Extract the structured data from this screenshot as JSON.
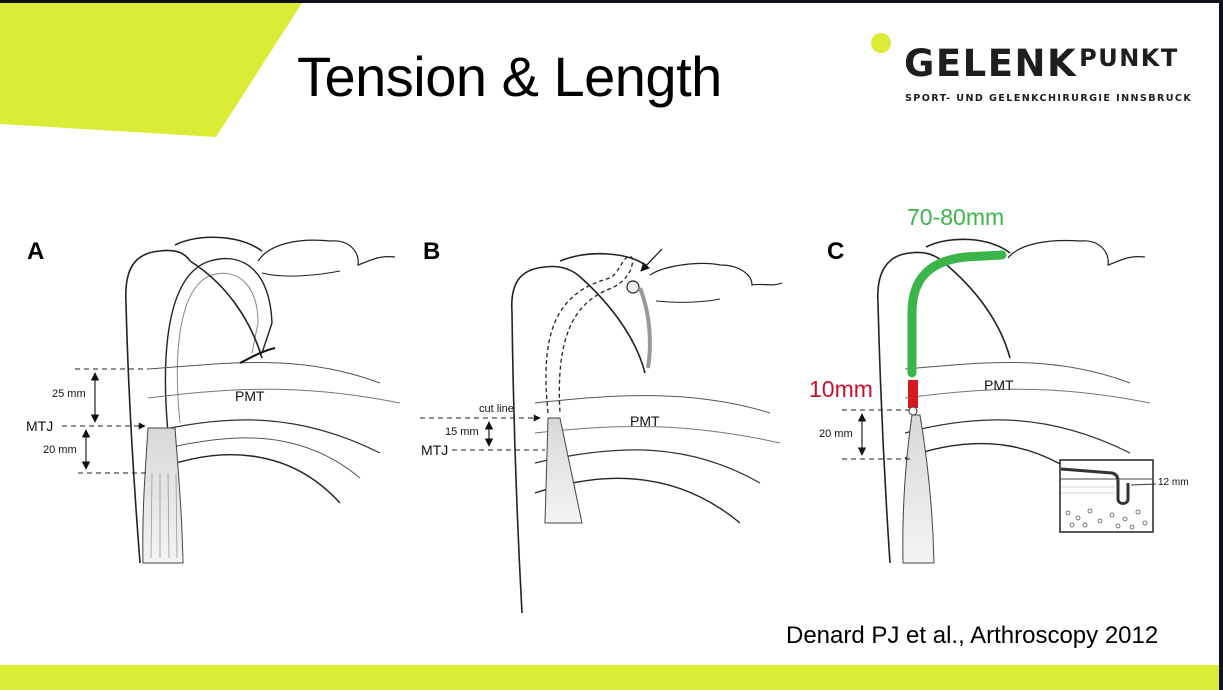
{
  "slide": {
    "title": "Tension & Length",
    "colors": {
      "accent": "#dbec36",
      "frame": "#0f141c",
      "graft_length": "#3bb54a",
      "tendon_length": "#c8102e"
    }
  },
  "logo": {
    "name_main": "GELENK",
    "name_super": "PUNKT",
    "tagline": "SPORT- UND GELENKCHIRURGIE INNSBRUCK",
    "icon": "dot-icon"
  },
  "figure": {
    "panels": [
      {
        "letter": "A",
        "labels": {
          "upper_measure": "25 mm",
          "junction": "MTJ",
          "lower_measure": "20 mm",
          "tendon": "PMT"
        }
      },
      {
        "letter": "B",
        "labels": {
          "cut": "cut line",
          "measure": "15 mm",
          "junction": "MTJ",
          "tendon": "PMT"
        }
      },
      {
        "letter": "C",
        "labels": {
          "graft_length": "70-80mm",
          "tendon_length": "10mm",
          "lower_measure": "20 mm",
          "tendon": "PMT",
          "inset_measure": "12 mm"
        }
      }
    ]
  },
  "citation": "Denard PJ et al., Arthroscopy 2012"
}
